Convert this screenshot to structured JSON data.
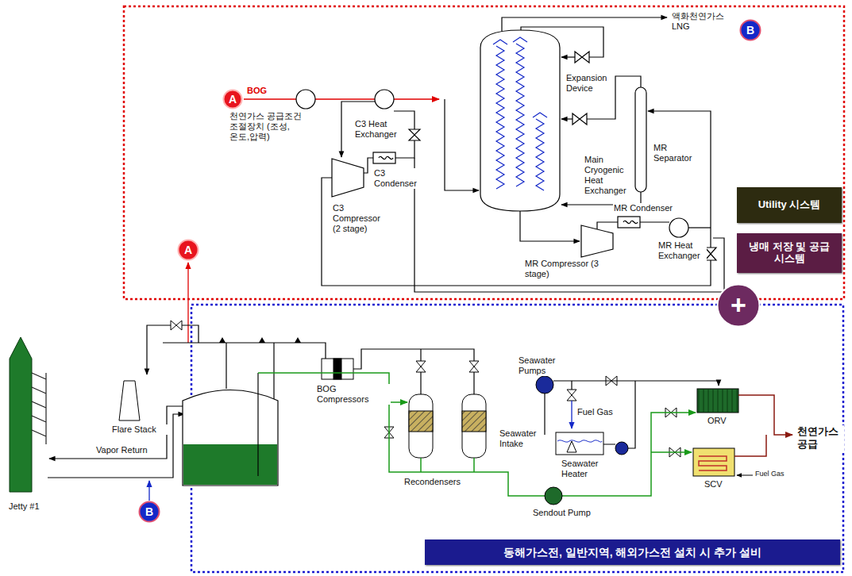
{
  "diagram": {
    "nodes": [
      {
        "text": [
          "A"
        ]
      },
      {
        "text": [
          "B"
        ]
      },
      {
        "text": [
          "Utility 시스템"
        ]
      },
      {
        "text": [
          "냉매 저장 및 공급 시스템"
        ]
      },
      {
        "text": [
          "+"
        ]
      },
      {
        "text": [
          "A"
        ]
      },
      {
        "text": [
          "B"
        ]
      },
      {
        "text": [
          "동해가스전, 일반지역, 해외가스전 설치 시 추가 설비"
        ]
      }
    ],
    "labels": [
      "BOG",
      "천연가스 공급조건 조절장치 (조성,온도,압력)",
      "C3 Heat Exchanger",
      "C3 Condenser",
      "C3 Compressor (2 stage)",
      "액화천연가스 LNG",
      "Expansion Device",
      "Main Cryogenic Heat Exchanger",
      "MR Separator",
      "MR Condenser",
      "MR Heat Exchanger",
      "MR Compressor (3 stage)",
      "Jetty #1",
      "Flare Stack",
      "Vapor Return",
      "BOG Compressors",
      "Recondensers",
      "Seawater Pumps",
      "Seawater Intake",
      "Fuel Gas",
      "Seawater Heater",
      "ORV",
      "Sendout Pump",
      "SCV",
      "Fuel Gas",
      "천연가스 공급"
    ]
  }
}
